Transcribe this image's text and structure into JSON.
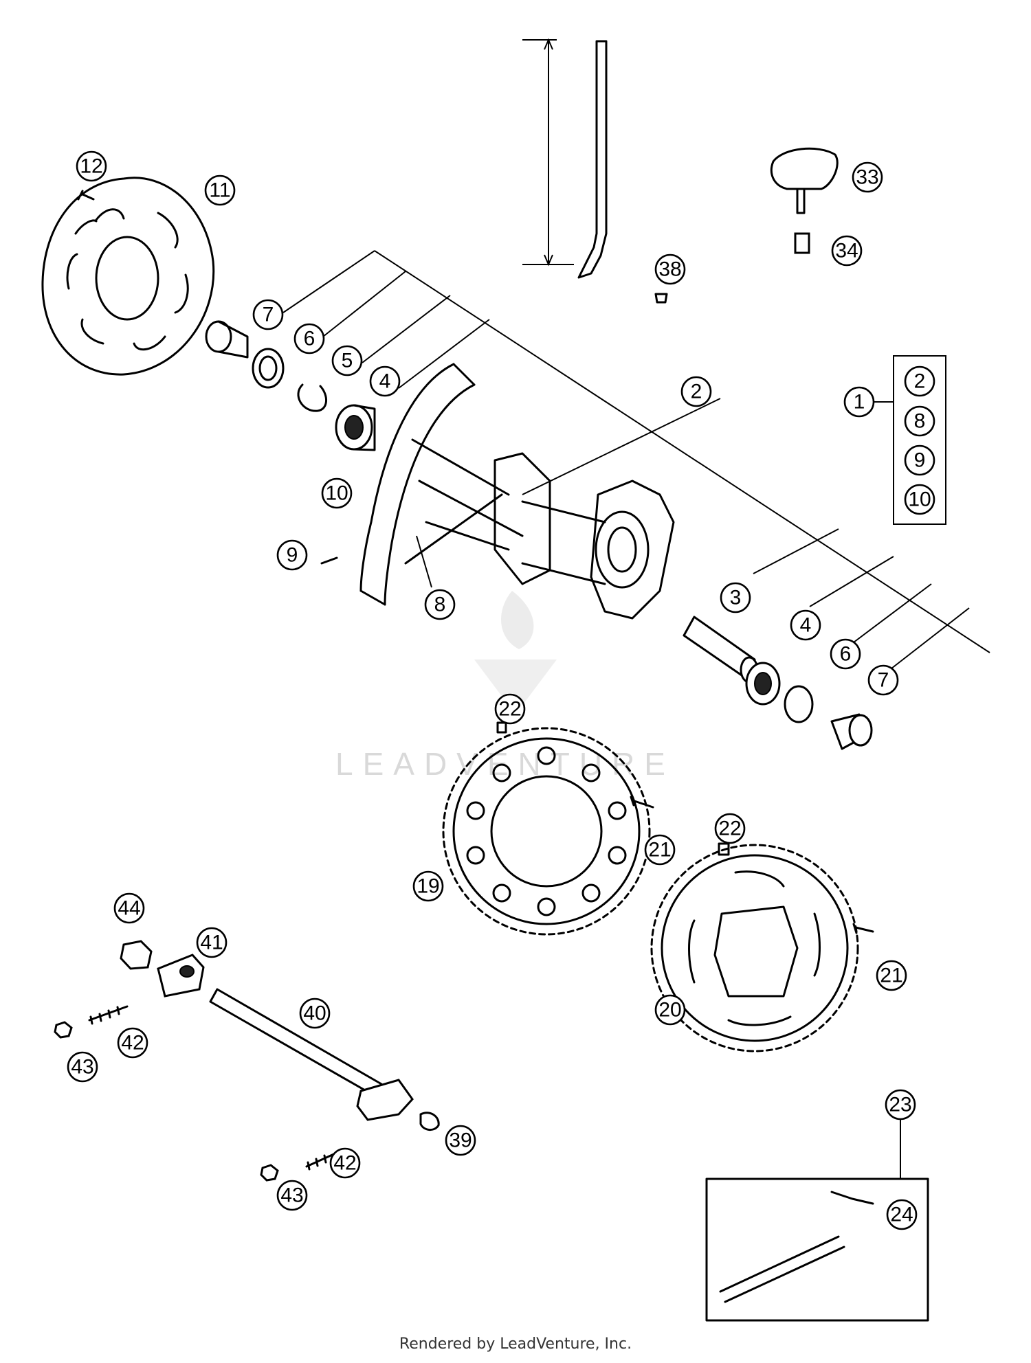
{
  "watermark": "LEADVENTURE",
  "footer": "Rendered by LeadVenture, Inc.",
  "callouts": {
    "n1": "1",
    "n2": "2",
    "n2b": "2",
    "n3": "3",
    "n4": "4",
    "n4b": "4",
    "n5": "5",
    "n6": "6",
    "n6b": "6",
    "n7": "7",
    "n7b": "7",
    "n8": "8",
    "n8b": "8",
    "n9": "9",
    "n9b": "9",
    "n10": "10",
    "n10b": "10",
    "n11": "11",
    "n12": "12",
    "n19": "19",
    "n20": "20",
    "n21": "21",
    "n21b": "21",
    "n22": "22",
    "n22b": "22",
    "n23": "23",
    "n24": "24",
    "n33": "33",
    "n34": "34",
    "n38": "38",
    "n39": "39",
    "n40": "40",
    "n41": "41",
    "n42": "42",
    "n42b": "42",
    "n43": "43",
    "n43b": "43",
    "n44": "44"
  }
}
